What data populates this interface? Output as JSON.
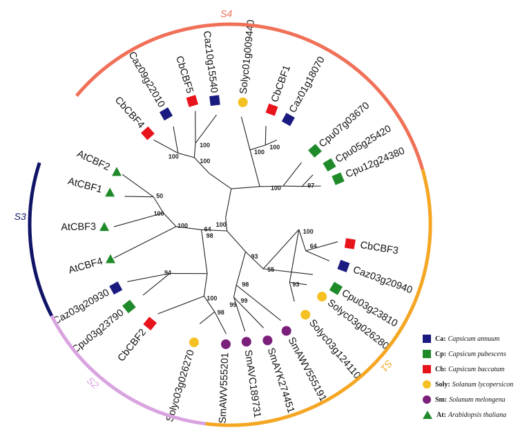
{
  "colors": {
    "Ca": "#1a1a80",
    "Cp": "#1f8a2a",
    "Cb": "#e8141c",
    "Soly": "#f5c022",
    "Sm": "#7a1f7a",
    "At": "#1f8a2a",
    "S1": "#f5a623",
    "S2": "#d9a3e0",
    "S3": "#101466",
    "S4": "#f07058",
    "branch": "#222222"
  },
  "subfamilies": [
    {
      "label": "S1",
      "color": "#f5a623"
    },
    {
      "label": "S2",
      "color": "#d9a3e0"
    },
    {
      "label": "S3",
      "color": "#101466"
    },
    {
      "label": "S4",
      "color": "#f07058"
    }
  ],
  "leaves": [
    {
      "name": "Cpu03g23810",
      "species": "Cp"
    },
    {
      "name": "Caz03g20940",
      "species": "Ca"
    },
    {
      "name": "CbCBF3",
      "species": "Cb"
    },
    {
      "name": "Cpu12g24380",
      "species": "Cp"
    },
    {
      "name": "Cpu05g25420",
      "species": "Cp"
    },
    {
      "name": "Cpu07g03670",
      "species": "Cp"
    },
    {
      "name": "Caz01g18070",
      "species": "Ca"
    },
    {
      "name": "CbCBF1",
      "species": "Cb"
    },
    {
      "name": "Solyc01g009440",
      "species": "Soly"
    },
    {
      "name": "Caz10g15540",
      "species": "Ca"
    },
    {
      "name": "CbCBF5",
      "species": "Cb"
    },
    {
      "name": "Caz09g22010",
      "species": "Ca"
    },
    {
      "name": "CbCBF4",
      "species": "Cb"
    },
    {
      "name": "AtCBF2",
      "species": "At"
    },
    {
      "name": "AtCBF1",
      "species": "At"
    },
    {
      "name": "AtCBF3",
      "species": "At"
    },
    {
      "name": "AtCBF4",
      "species": "At"
    },
    {
      "name": "Caz03g20930",
      "species": "Ca"
    },
    {
      "name": "Cpu03g23790",
      "species": "Cp"
    },
    {
      "name": "CbCBF2",
      "species": "Cb"
    },
    {
      "name": "Solyc03g026270",
      "species": "Soly"
    },
    {
      "name": "SmAWV555201",
      "species": "Sm"
    },
    {
      "name": "SmAVC189731",
      "species": "Sm"
    },
    {
      "name": "SmAYK274451",
      "species": "Sm"
    },
    {
      "name": "SmAWV555191",
      "species": "Sm"
    },
    {
      "name": "Solyc03g124110",
      "species": "Soly"
    },
    {
      "name": "Solyc03g026280",
      "species": "Soly"
    }
  ],
  "bootstrap": [
    "64",
    "100",
    "55",
    "97",
    "100",
    "100",
    "100",
    "100",
    "100",
    "100",
    "50",
    "100",
    "100",
    "64",
    "94",
    "100",
    "98",
    "93",
    "99",
    "99",
    "98",
    "93",
    "100",
    "98"
  ],
  "legend": [
    {
      "code": "Ca:",
      "species": "Capsicum annuum",
      "shape": "square",
      "color": "#1a1a80"
    },
    {
      "code": "Cp:",
      "species": "Capsicum pubescens",
      "shape": "square",
      "color": "#1f8a2a"
    },
    {
      "code": "Cb:",
      "species": "Capsicum baccatum",
      "shape": "square",
      "color": "#e8141c"
    },
    {
      "code": "Soly:",
      "species": "Solanum lycopersicon",
      "shape": "circle",
      "color": "#f5c022"
    },
    {
      "code": "Sm:",
      "species": "Solanum  melongena",
      "shape": "circle",
      "color": "#7a1f7a"
    },
    {
      "code": "At:",
      "species": "Arabidopsis thaliana",
      "shape": "triangle",
      "color": "#1f8a2a"
    }
  ]
}
